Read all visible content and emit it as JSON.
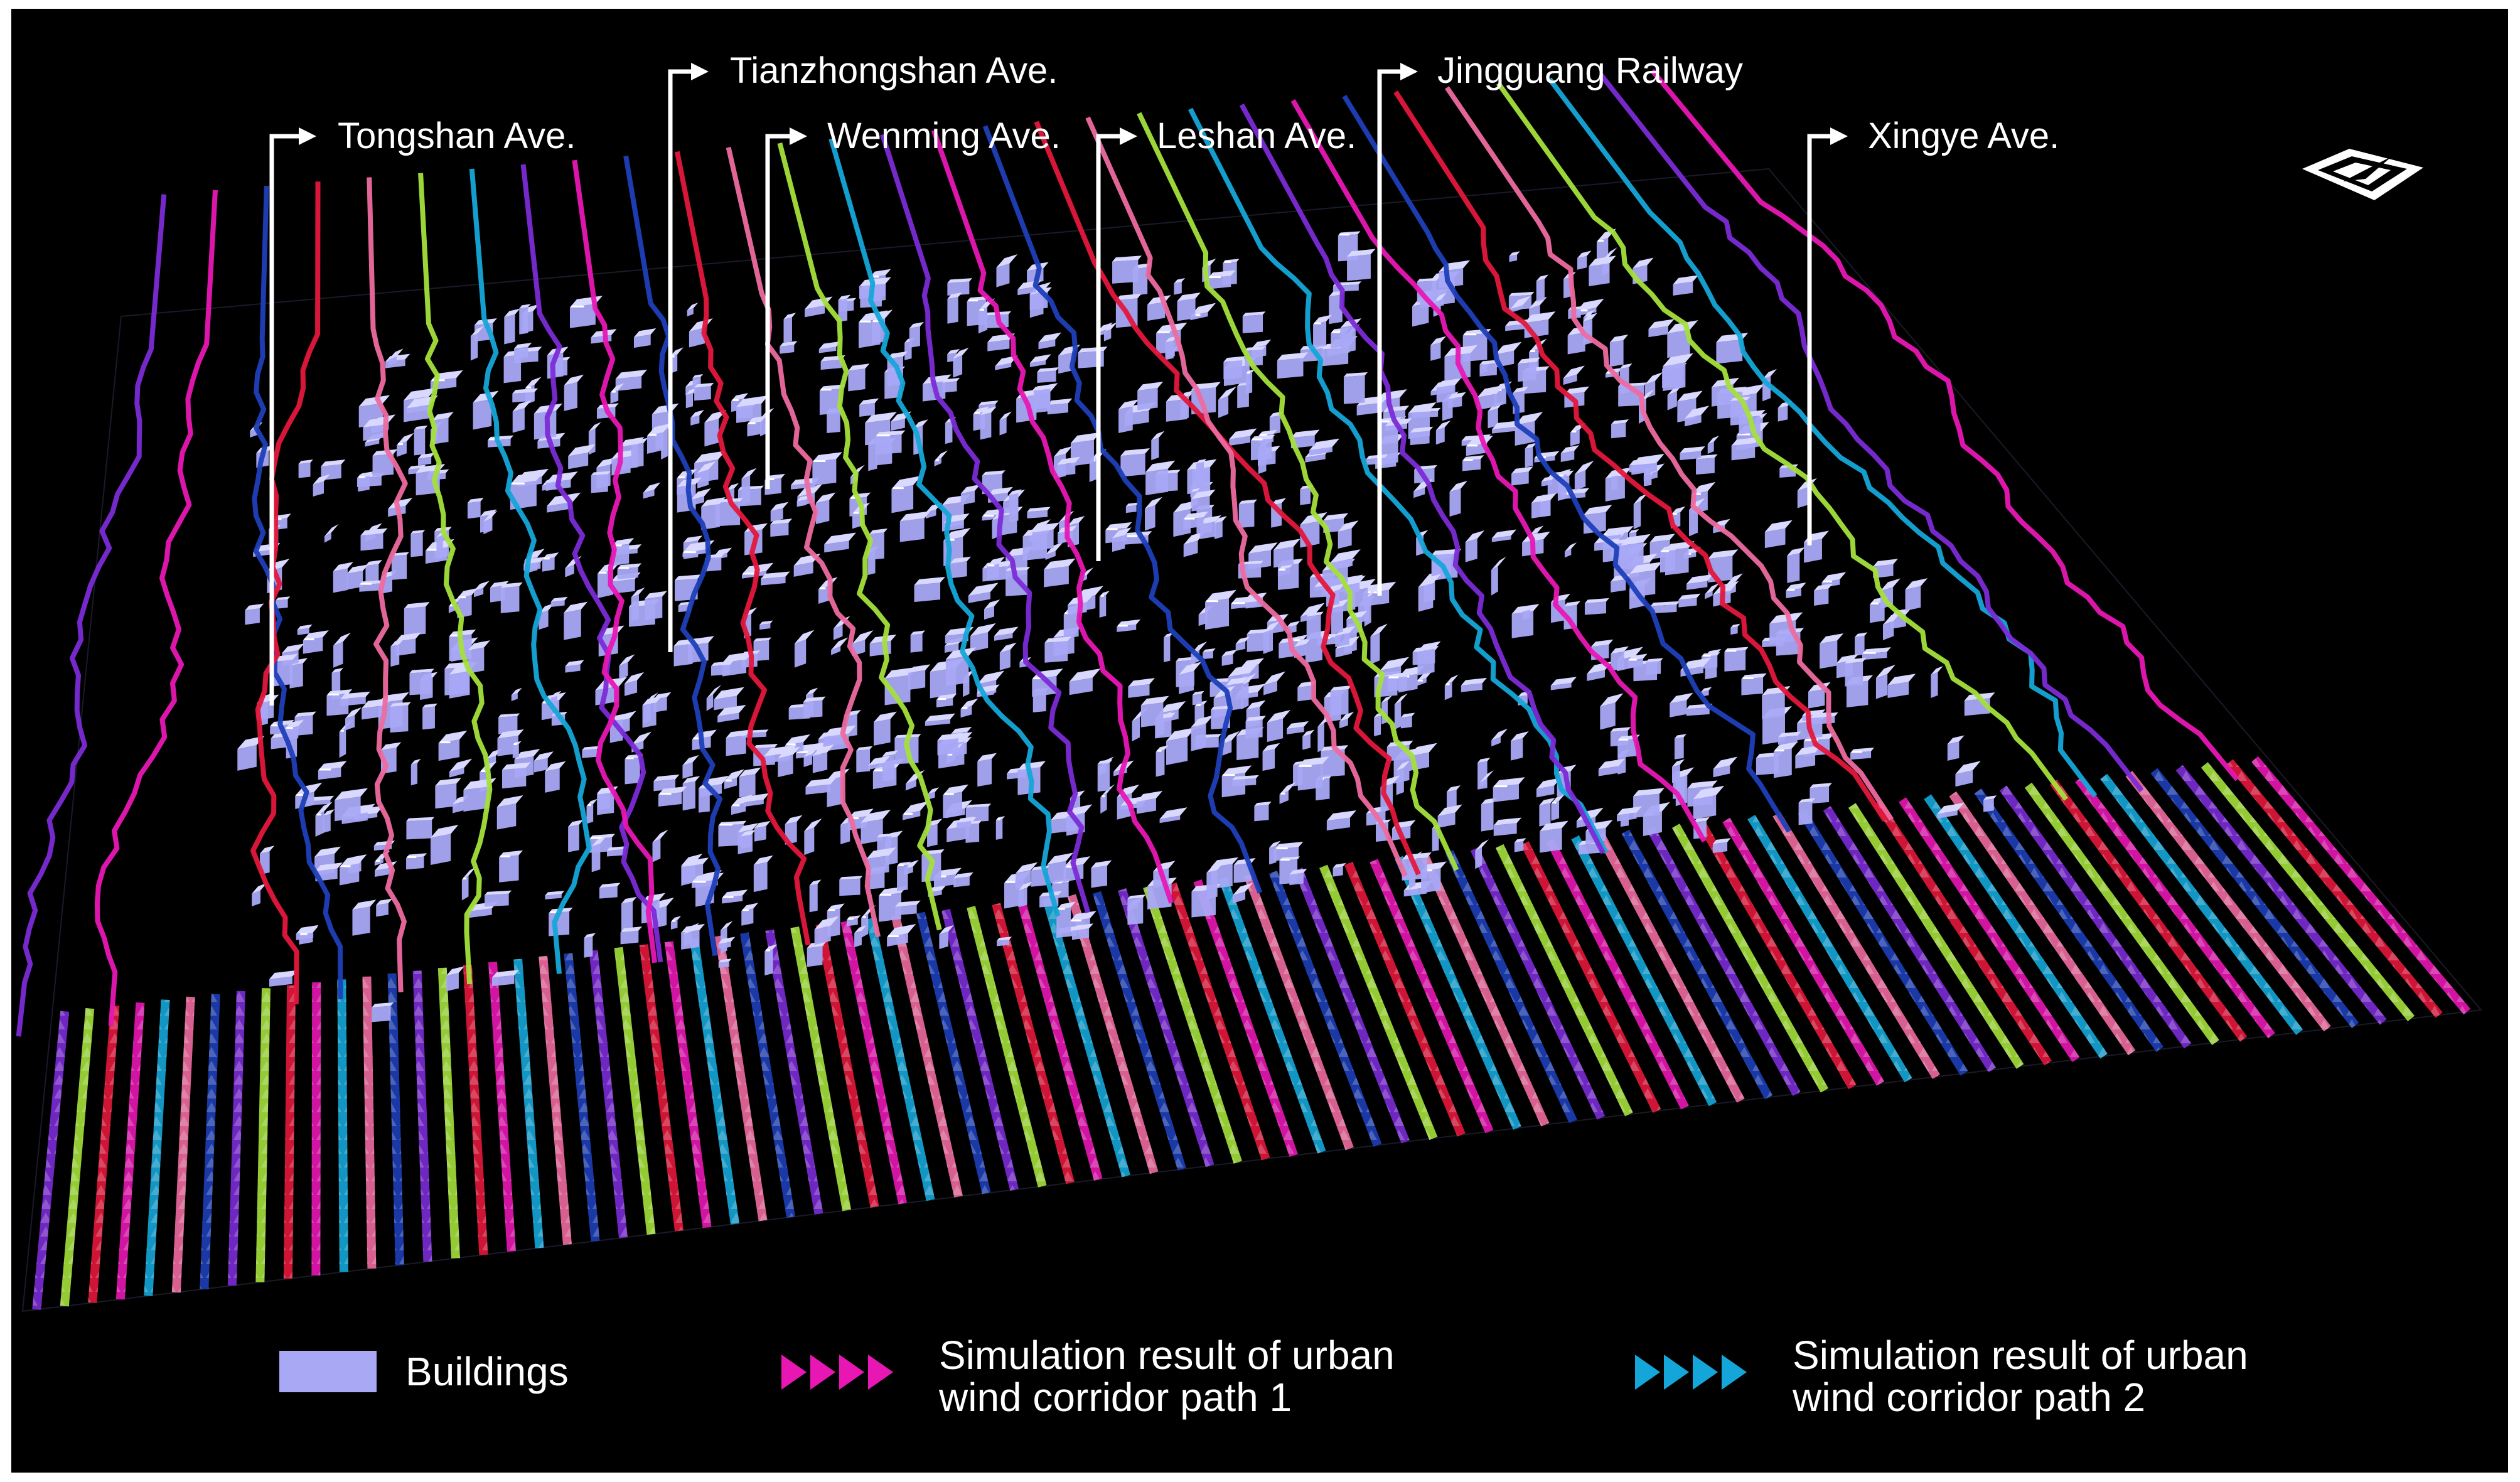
{
  "streets": [
    {
      "id": "tongshan",
      "label": "Tongshan Ave."
    },
    {
      "id": "tianzhongshan",
      "label": "Tianzhongshan Ave."
    },
    {
      "id": "wenming",
      "label": "Wenming Ave."
    },
    {
      "id": "leshan",
      "label": "Leshan Ave."
    },
    {
      "id": "jingguang",
      "label": "Jingguang Railway"
    },
    {
      "id": "xingye",
      "label": "Xingye Ave."
    }
  ],
  "legend": {
    "buildings": {
      "label": "Buildings",
      "color": "#a9a8f5"
    },
    "path1": {
      "line1": "Simulation result of urban",
      "line2": "wind corridor path 1",
      "color": "#e817b4"
    },
    "path2": {
      "line1": "Simulation result of urban",
      "line2": "wind corridor path 2",
      "color": "#14a6d8"
    }
  },
  "colors": {
    "background": "#000000",
    "corridor_palette": [
      "#7b2bd6",
      "#a4e03a",
      "#e4173c",
      "#e817b4",
      "#14a6d8",
      "#ee6aa0",
      "#1d3fb8"
    ]
  },
  "icons": {
    "north_arrow": "north-arrow-icon"
  }
}
